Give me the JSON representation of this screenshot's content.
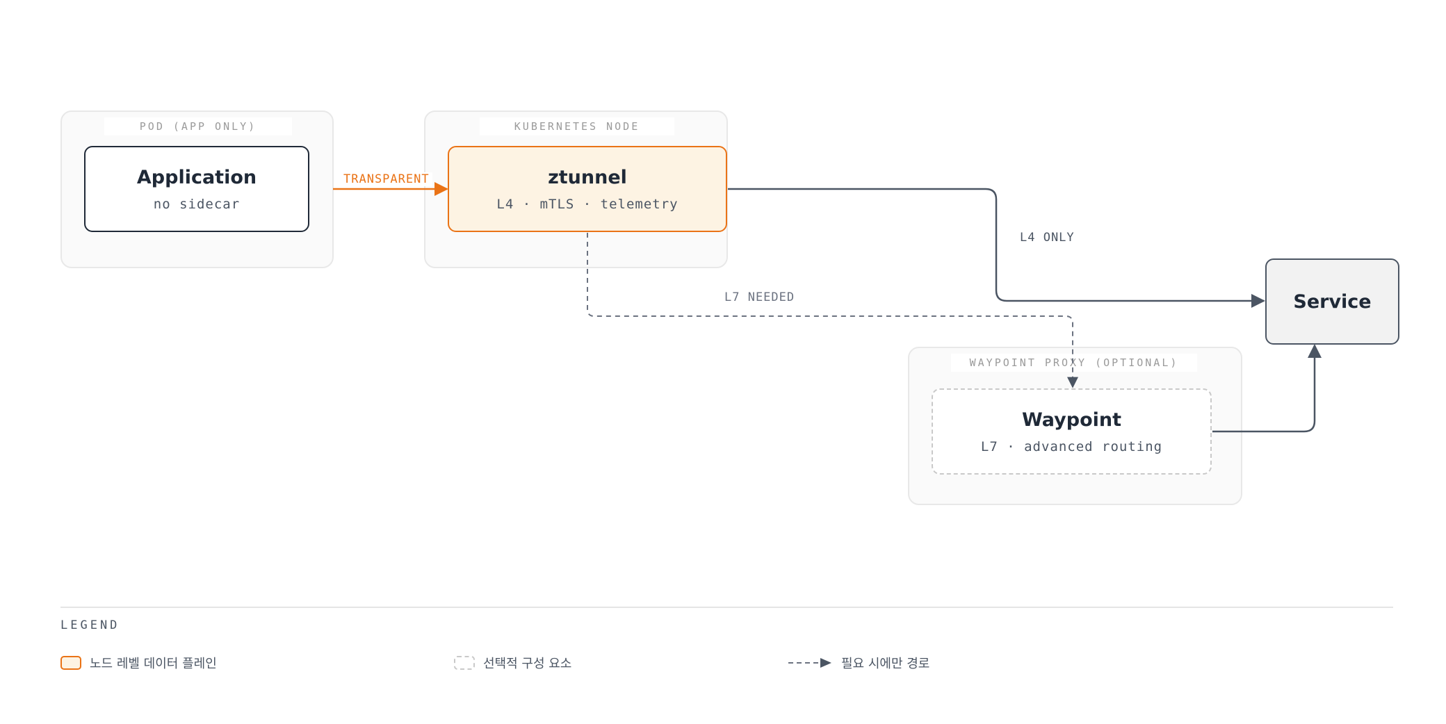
{
  "groups": {
    "pod": "POD (APP ONLY)",
    "k8s_node": "KUBERNETES NODE",
    "waypoint_proxy": "WAYPOINT PROXY (OPTIONAL)"
  },
  "nodes": {
    "application": {
      "title": "Application",
      "sub": "no sidecar"
    },
    "ztunnel": {
      "title": "ztunnel",
      "sub": "L4 · mTLS · telemetry"
    },
    "waypoint": {
      "title": "Waypoint",
      "sub": "L7 · advanced routing"
    },
    "service": {
      "title": "Service"
    }
  },
  "edges": {
    "transparent": "TRANSPARENT",
    "l4_only": "L4 ONLY",
    "l7_needed": "L7 NEEDED"
  },
  "legend": {
    "title": "LEGEND",
    "items": [
      {
        "icon": "orange-box-swatch",
        "label": "노드 레벨 데이터 플레인"
      },
      {
        "icon": "dashed-box-swatch",
        "label": "선택적 구성 요소"
      },
      {
        "icon": "dashed-arrow",
        "label": "필요 시에만 경로"
      }
    ]
  },
  "colors": {
    "accent": "#ea7316",
    "dark": "#1f2937",
    "edge": "#4b5563",
    "dashed": "#6b7280"
  }
}
